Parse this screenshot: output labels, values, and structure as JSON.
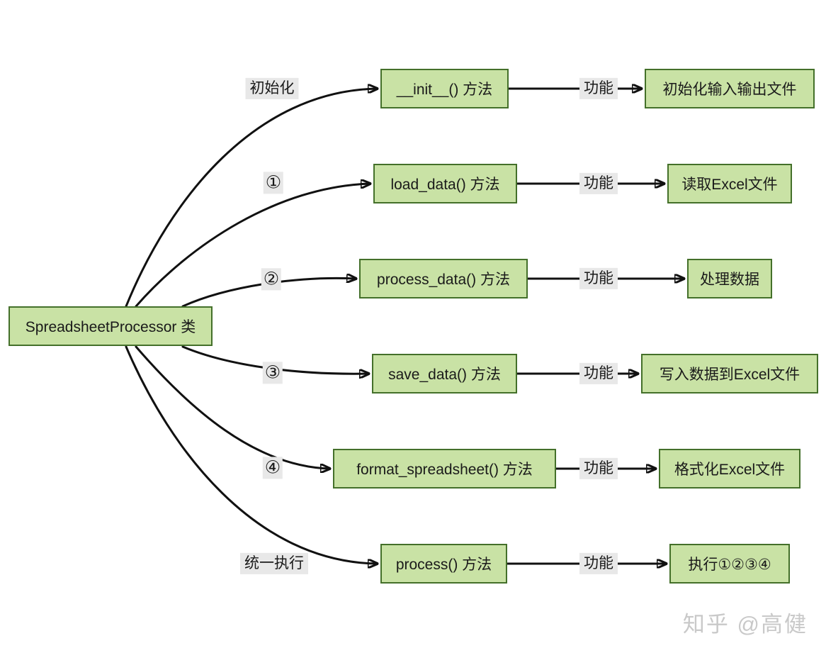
{
  "diagram": {
    "class_node": "SpreadsheetProcessor 类",
    "rows": [
      {
        "edge_label": "初始化",
        "method": "__init__() 方法",
        "link_label": "功能",
        "function": "初始化输入输出文件"
      },
      {
        "edge_label": "①",
        "method": "load_data() 方法",
        "link_label": "功能",
        "function": "读取Excel文件"
      },
      {
        "edge_label": "②",
        "method": "process_data() 方法",
        "link_label": "功能",
        "function": "处理数据"
      },
      {
        "edge_label": "③",
        "method": "save_data() 方法",
        "link_label": "功能",
        "function": "写入数据到Excel文件"
      },
      {
        "edge_label": "④",
        "method": "format_spreadsheet() 方法",
        "link_label": "功能",
        "function": "格式化Excel文件"
      },
      {
        "edge_label": "统一执行",
        "method": "process() 方法",
        "link_label": "功能",
        "function": "执行①②③④"
      }
    ],
    "watermark": "知乎 @高健",
    "colors": {
      "node_fill": "#c9e2a5",
      "node_border": "#44702a",
      "label_bg": "#e8e8e8",
      "line": "#111111",
      "watermark": "#c9c9c9"
    }
  }
}
